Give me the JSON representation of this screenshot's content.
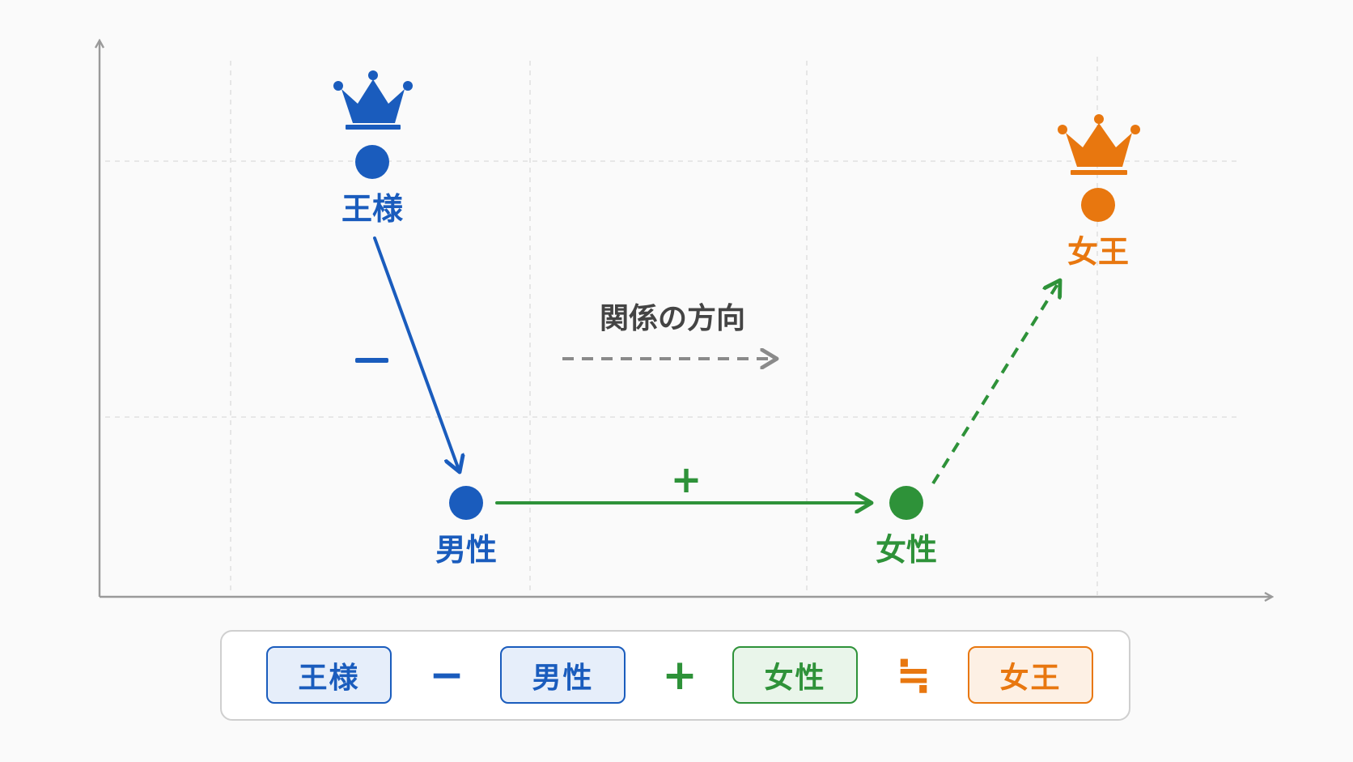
{
  "colors": {
    "blue": "#1a5cbd",
    "green": "#2e9239",
    "orange": "#e8770f",
    "gray": "#8a8a8a",
    "grid": "#d9d9d9"
  },
  "points": {
    "king": "王様",
    "man": "男性",
    "woman": "女性",
    "queen": "女王"
  },
  "arrows": {
    "minus_sign": "−",
    "plus_sign": "+"
  },
  "legend": {
    "label": "関係の方向"
  },
  "equation": {
    "term1": "王様",
    "op1": "−",
    "term2": "男性",
    "op2": "+",
    "term3": "女性",
    "op3": "≒",
    "result": "女王"
  },
  "icons": [
    "crown-icon",
    "crown-icon"
  ]
}
